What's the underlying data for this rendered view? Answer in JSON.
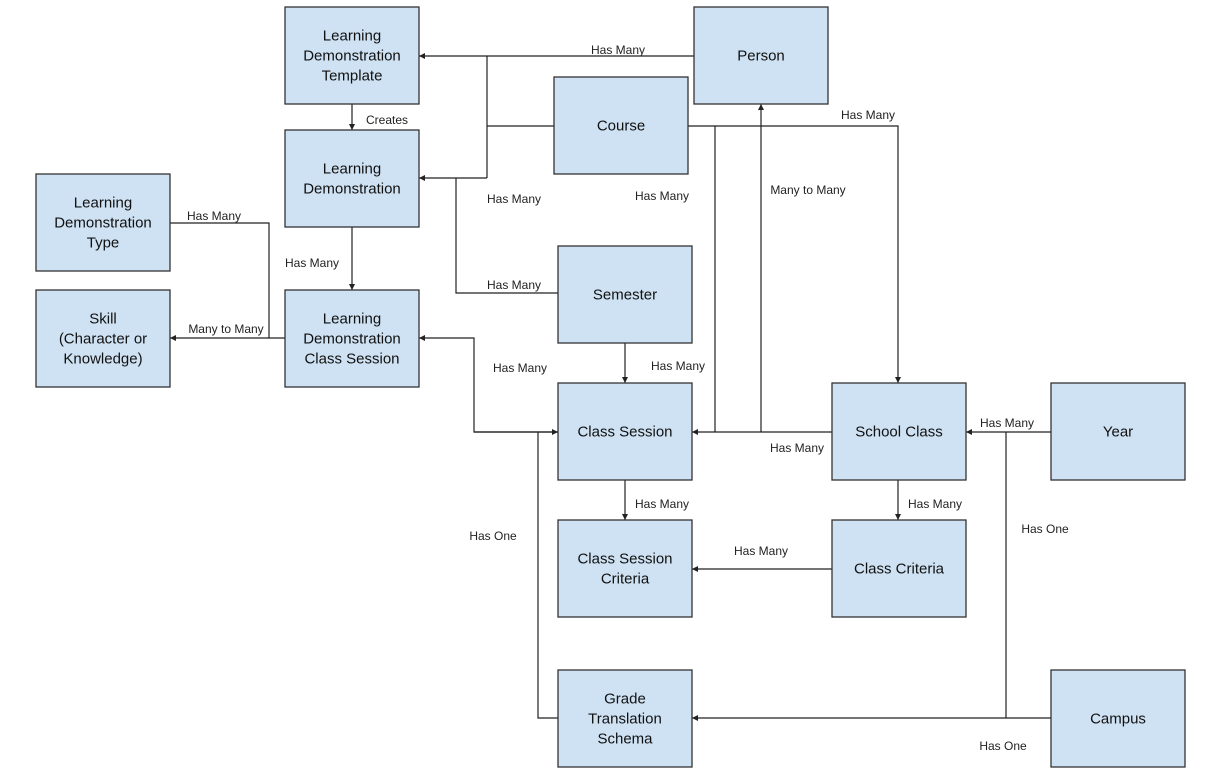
{
  "entities": [
    {
      "id": "ldt",
      "lines": [
        "Learning",
        "Demonstration",
        "Template"
      ]
    },
    {
      "id": "ld",
      "lines": [
        "Learning",
        "Demonstration"
      ]
    },
    {
      "id": "ldtype",
      "lines": [
        "Learning",
        "Demonstration",
        "Type"
      ]
    },
    {
      "id": "skill",
      "lines": [
        "Skill",
        "(Character or",
        "Knowledge)"
      ]
    },
    {
      "id": "ldcs",
      "lines": [
        "Learning",
        "Demonstration",
        "Class Session"
      ]
    },
    {
      "id": "person",
      "lines": [
        "Person"
      ]
    },
    {
      "id": "course",
      "lines": [
        "Course"
      ]
    },
    {
      "id": "semester",
      "lines": [
        "Semester"
      ]
    },
    {
      "id": "classsession",
      "lines": [
        "Class Session"
      ]
    },
    {
      "id": "schoolclass",
      "lines": [
        "School Class"
      ]
    },
    {
      "id": "year",
      "lines": [
        "Year"
      ]
    },
    {
      "id": "cscriteria",
      "lines": [
        "Class Session",
        "Criteria"
      ]
    },
    {
      "id": "classcriteria",
      "lines": [
        "Class Criteria"
      ]
    },
    {
      "id": "gts",
      "lines": [
        "Grade",
        "Translation",
        "Schema"
      ]
    },
    {
      "id": "campus",
      "lines": [
        "Campus"
      ]
    }
  ],
  "relations": [
    {
      "id": "person-ldt",
      "label": "Has Many"
    },
    {
      "id": "course-ld",
      "label": "Has Many"
    },
    {
      "id": "semester-ld",
      "label": "Has Many"
    },
    {
      "id": "ldt-ld",
      "label": "Creates"
    },
    {
      "id": "ld-ldcs",
      "label": "Has Many"
    },
    {
      "id": "ldtype-ldcs",
      "label": "Has Many"
    },
    {
      "id": "ldcs-skill",
      "label": "Many to Many"
    },
    {
      "id": "cs-ldcs",
      "label": "Has Many"
    },
    {
      "id": "semester-cs",
      "label": "Has Many"
    },
    {
      "id": "course-sc",
      "label": "Has Many"
    },
    {
      "id": "course-cs",
      "label": "Has Many"
    },
    {
      "id": "sc-person",
      "label": "Many to Many"
    },
    {
      "id": "sc-cs",
      "label": "Has Many"
    },
    {
      "id": "year-sc",
      "label": "Has Many"
    },
    {
      "id": "year-gts",
      "label": "Has One"
    },
    {
      "id": "campus-gts",
      "label": "Has One"
    },
    {
      "id": "cs-gts",
      "label": "Has One"
    },
    {
      "id": "cs-csc",
      "label": "Has Many"
    },
    {
      "id": "sc-cc",
      "label": "Has Many"
    },
    {
      "id": "cc-csc",
      "label": "Has Many"
    }
  ]
}
